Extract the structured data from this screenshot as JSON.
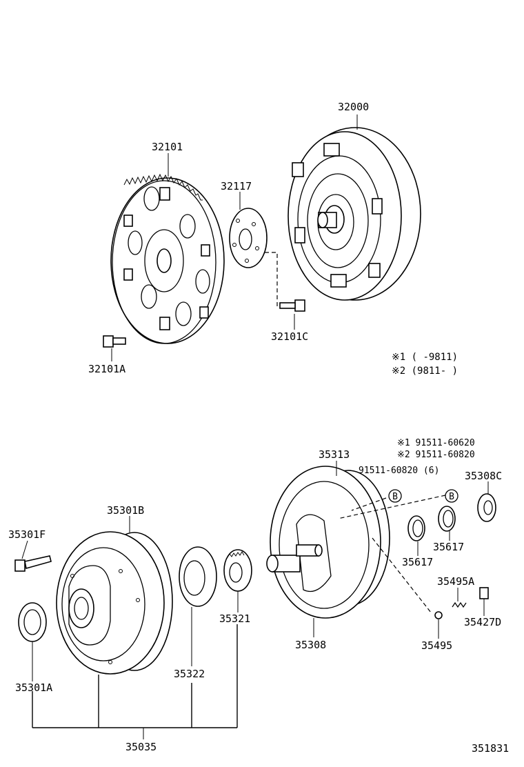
{
  "labels": {
    "p32000": "32000",
    "p32101": "32101",
    "p32117": "32117",
    "p32101C": "32101C",
    "p32101A": "32101A",
    "p35313": "35313",
    "p35308C": "35308C",
    "p35301B": "35301B",
    "p35301F": "35301F",
    "p35617a": "35617",
    "p35617b": "35617",
    "p35495A": "35495A",
    "p35321": "35321",
    "p35427D": "35427D",
    "p35308": "35308",
    "p35495": "35495",
    "p35322": "35322",
    "p35301A": "35301A",
    "p35035": "35035",
    "bolt6": "91511-60820 (6)"
  },
  "notes": {
    "note1": "※1 (      -9811)",
    "note2": "※2 (9811-      )",
    "alt1": "※1 91511-60620",
    "alt2": "※2 91511-60820"
  },
  "refs": {
    "refB1": "B",
    "refB2": "B"
  },
  "figure_id": "351831"
}
